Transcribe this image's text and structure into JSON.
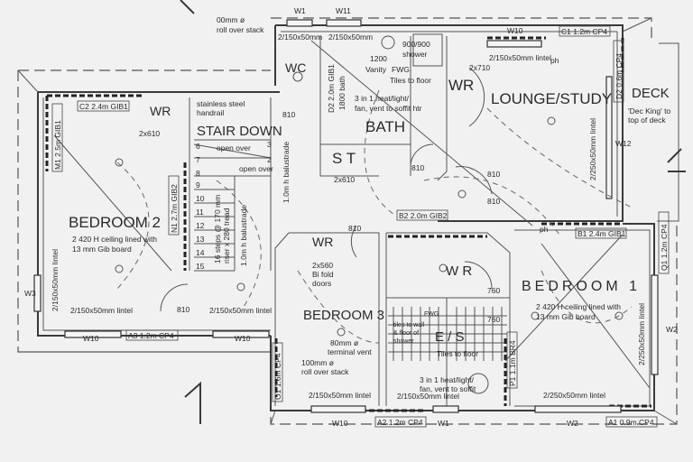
{
  "top": {
    "w1": "W1",
    "w11": "W11",
    "stack_size": "00mm ø",
    "stack_note": "roll over stack"
  },
  "bath": {
    "lintel1": "2/150x50mm",
    "lintel2": "2/150x50mm",
    "shower1": "900/900",
    "shower2": "shower",
    "vanity1": "1200",
    "vanity2": "Vanity",
    "fwg": "FWG",
    "tiles": "Tiles to floor",
    "wc": "WC",
    "door_tag": "D2 2.0m GIB1",
    "bath_size": "1800 bath",
    "fan1": "3 in 1 heat/light/",
    "fan2": "fan, vent to soffit htr",
    "label": "BATH",
    "door_810": "810",
    "st": "S T",
    "st_door": "2x610",
    "door_810b": "810",
    "balustrade": "1.0m h balustrade"
  },
  "lounge": {
    "w10": "W10",
    "c1": "C1 1.2m CP4",
    "wr_door": "2x710",
    "lintel": "2/150x50mm lintel",
    "ph": "ph",
    "wr": "WR",
    "label": "LOUNGE/STUDY",
    "lintel_side": "2/250x50mm lintel",
    "d2": "D2 0.6m CP4",
    "door_810a": "810",
    "door_810b": "810",
    "ph2": "ph"
  },
  "deck": {
    "label": "DECK",
    "note1": "'Dec King' to",
    "note2": "top of deck",
    "w12": "W12"
  },
  "bedroom2": {
    "c2": "C2 2.4m GIB1",
    "wr": "WR",
    "wr_door": "2x610",
    "m1": "M1 2.5m GIB1",
    "label": "BEDROOM 2",
    "ceiling1": "2 420 H ceiling lined with",
    "ceiling2": "13 mm Gib board",
    "lintel_side": "2/150x50mm lintel",
    "w3": "W3",
    "lintel1": "2/150x50mm lintel",
    "door_810": "810",
    "lintel2": "2/150x50mm lintel",
    "w10a": "W10",
    "a3": "A3 1.2m CP4",
    "w10b": "W10",
    "n1": "N1 2.7m GIB2"
  },
  "stair": {
    "handrail1": "stainless steel",
    "handrail2": "handrail",
    "label": "STAIR DOWN",
    "open1": "open over",
    "open2": "open over",
    "steps": [
      "6",
      "7",
      "8",
      "9",
      "10",
      "11",
      "12",
      "13",
      "14",
      "15"
    ],
    "top_steps": [
      "3",
      "2"
    ],
    "riser": "16 steps @ 170 mm",
    "tread": "riser x 280 tread",
    "balustrade": "1.0m h balustrade"
  },
  "bedroom3": {
    "wr": "WR",
    "bifold1": "2x560",
    "bifold2": "Bi fold",
    "bifold3": "doors",
    "label": "BEDROOM 3",
    "vent1": "80mm ø",
    "vent2": "terminal vent",
    "stack1": "100mm ø",
    "stack2": "roll over stack",
    "o1": "O1 1.6m CP4",
    "lintel": "2/150x50mm lintel",
    "w10": "W10",
    "a2": "A2 1.2m CP4",
    "w1": "W1",
    "door_810": "810"
  },
  "ensuite": {
    "b2": "B2 2.0m GIB2",
    "wr": "W R",
    "d760a": "760",
    "d760b": "760",
    "tiles_wall1": "tiles to wall",
    "tiles_wall2": "& floor of",
    "tiles_wall3": "shower",
    "fwg": "FWG",
    "label": "E / S",
    "tiles": "Tiles to floor",
    "fan1": "3 in 1 heat/light/",
    "fan2": "fan, vent to soffit",
    "lintel": "2/150x50mm lintel",
    "p1": "P1 1.1m BR4"
  },
  "bedroom1": {
    "b1": "B1 2.4m GIB1",
    "label": "BEDROOM 1",
    "ceiling1": "2 420 H ceiling lined with",
    "ceiling2": "13 mm Gib board",
    "lintel_side": "2/250x50mm lintel",
    "q1": "Q1 1.2m CP4",
    "w2a": "W2",
    "lintel": "2/250x50mm lintel",
    "w2b": "W2",
    "a1": "A1 0.9m CP4"
  }
}
